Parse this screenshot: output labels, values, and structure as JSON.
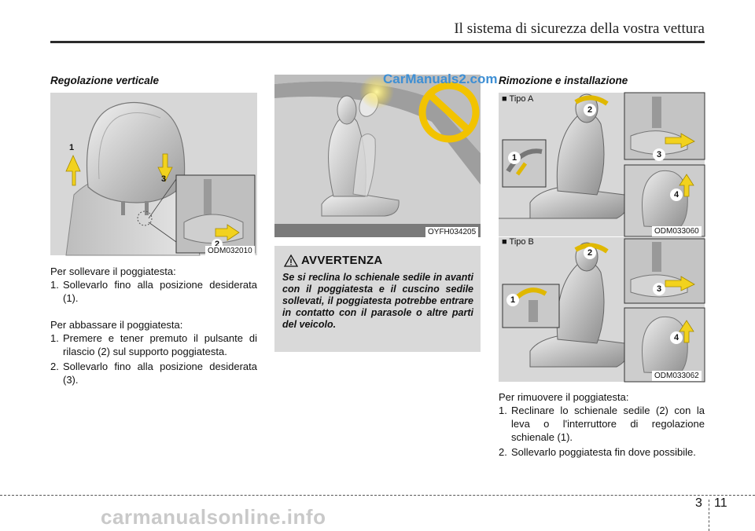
{
  "header": {
    "title": "Il sistema di sicurezza della vostra vettura"
  },
  "col1": {
    "section_title": "Regolazione verticale",
    "figure": {
      "code": "ODM032010",
      "callouts": [
        "1",
        "2",
        "3"
      ]
    },
    "raise_intro": "Per sollevare il poggiatesta:",
    "raise_steps": [
      {
        "num": "1.",
        "text": "Sollevarlo fino alla posizione desiderata (1)."
      }
    ],
    "lower_intro": "Per abbassare il poggiatesta:",
    "lower_steps": [
      {
        "num": "1.",
        "text": "Premere e tener premuto il pulsante di rilascio (2) sul supporto poggiatesta."
      },
      {
        "num": "2.",
        "text": "Sollevarlo fino alla posizione desiderata (3)."
      }
    ]
  },
  "col2": {
    "figure": {
      "code": "OYFH034205",
      "logo": "CarManuals2.com"
    },
    "warning": {
      "title": "AVVERTENZA",
      "body": "Se si reclina lo schienale sedile in avanti con il poggiatesta e il cuscino sedile sollevati, il poggiatesta potrebbe entrare in contatto con il parasole o altre parti del veicolo."
    }
  },
  "col3": {
    "section_title": "Rimozione e installazione",
    "figure_a": {
      "type_label": "■ Tipo A",
      "code": "ODM033060",
      "callouts": [
        "1",
        "2",
        "3",
        "4"
      ]
    },
    "figure_b": {
      "type_label": "■ Tipo B",
      "code": "ODM033062",
      "callouts": [
        "1",
        "2",
        "3",
        "4"
      ]
    },
    "remove_intro": "Per rimuovere il poggiatesta:",
    "remove_steps": [
      {
        "num": "1.",
        "text": "Reclinare lo schienale sedile (2) con la leva o l'interruttore di regolazione schienale (1)."
      },
      {
        "num": "2.",
        "text": "Sollevarlo poggiatesta fin dove possibile."
      }
    ]
  },
  "footer": {
    "chapter": "3",
    "page": "11",
    "watermark": "carmanualsonline.info"
  },
  "colors": {
    "figure_bg": "#dcdcdc",
    "arrow": "#f2d21e",
    "warning_bg": "#d9d9d9"
  }
}
